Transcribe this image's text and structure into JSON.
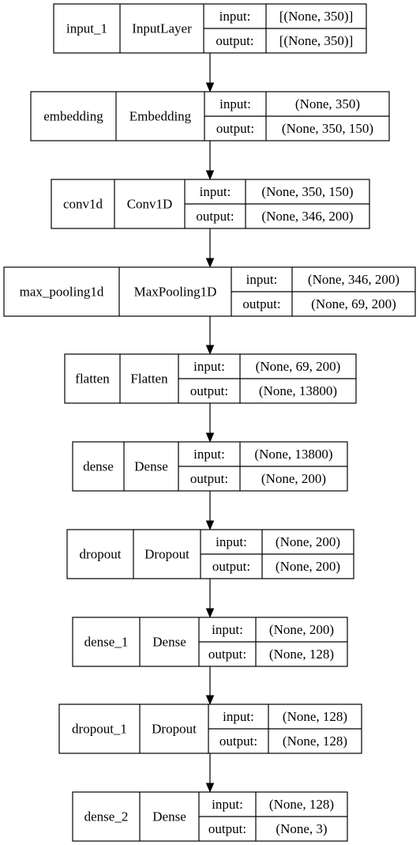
{
  "diagram": {
    "type": "keras-model-plot",
    "row_labels": {
      "input": "input:",
      "output": "output:"
    },
    "layers": [
      {
        "name": "input_1",
        "type": "InputLayer",
        "input_shape": "[(None, 350)]",
        "output_shape": "[(None, 350)]"
      },
      {
        "name": "embedding",
        "type": "Embedding",
        "input_shape": "(None, 350)",
        "output_shape": "(None, 350, 150)"
      },
      {
        "name": "conv1d",
        "type": "Conv1D",
        "input_shape": "(None, 350, 150)",
        "output_shape": "(None, 346, 200)"
      },
      {
        "name": "max_pooling1d",
        "type": "MaxPooling1D",
        "input_shape": "(None, 346, 200)",
        "output_shape": "(None, 69, 200)"
      },
      {
        "name": "flatten",
        "type": "Flatten",
        "input_shape": "(None, 69, 200)",
        "output_shape": "(None, 13800)"
      },
      {
        "name": "dense",
        "type": "Dense",
        "input_shape": "(None, 13800)",
        "output_shape": "(None, 200)"
      },
      {
        "name": "dropout",
        "type": "Dropout",
        "input_shape": "(None, 200)",
        "output_shape": "(None, 200)"
      },
      {
        "name": "dense_1",
        "type": "Dense",
        "input_shape": "(None, 200)",
        "output_shape": "(None, 128)"
      },
      {
        "name": "dropout_1",
        "type": "Dropout",
        "input_shape": "(None, 128)",
        "output_shape": "(None, 128)"
      },
      {
        "name": "dense_2",
        "type": "Dense",
        "input_shape": "(None, 128)",
        "output_shape": "(None, 3)"
      }
    ]
  }
}
